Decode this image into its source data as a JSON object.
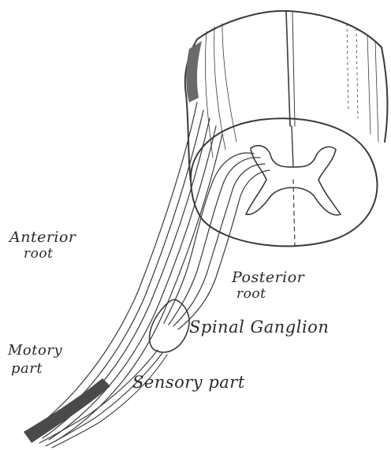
{
  "labels": {
    "anterior_root_line1": "Anterior",
    "anterior_root_line2": "root",
    "posterior_root_line1": "Posterior",
    "posterior_root_line2": "root",
    "spinal_ganglion": "Spinal Ganglion",
    "motory_part_line1": "Motory",
    "motory_part_line2": "part",
    "sensory_part": "Sensory part"
  }
}
